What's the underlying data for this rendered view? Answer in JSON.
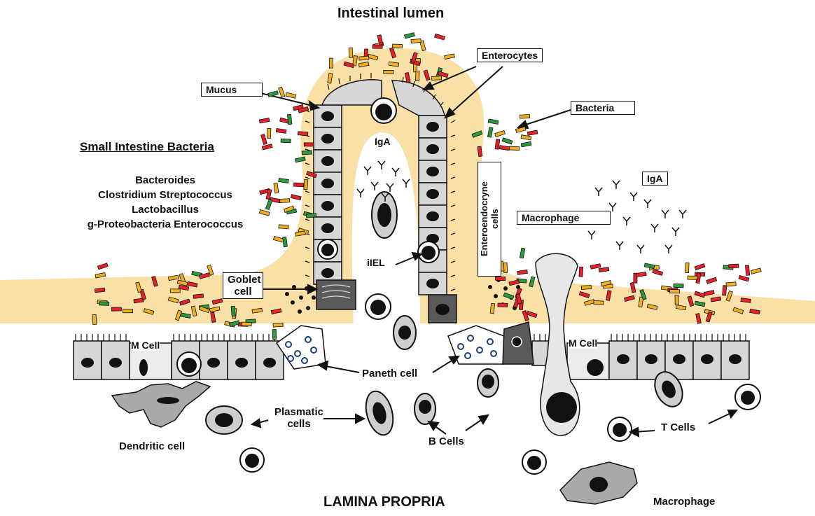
{
  "title": "Intestinal lumen",
  "bottom_title": "LAMINA PROPRIA",
  "bacteria_list": {
    "heading": "Small Intestine Bacteria",
    "items": [
      "Bacteroides",
      "Clostridium Streptococcus",
      "Lactobacillus",
      "g-Proteobacteria Enterococcus"
    ]
  },
  "labels": {
    "mucus": "Mucus",
    "enterocytes": "Enterocytes",
    "bacteria": "Bacteria",
    "iga_lumen": "IgA",
    "iga_boxed": "IgA",
    "macrophage_top": "Macrophage",
    "enteroendocryne_line1": "Enteroendocryne",
    "enteroendocryne_line2": "cells",
    "goblet_line1": "Goblet",
    "goblet_line2": "cell",
    "iiel": "iIEL",
    "m_cell_left": "M Cell",
    "m_cell_right": "M Cell",
    "paneth": "Paneth cell",
    "plasmatic_line1": "Plasmatic",
    "plasmatic_line2": "cells",
    "dendritic": "Dendritic cell",
    "b_cells": "B Cells",
    "t_cells": "T Cells",
    "macrophage_bottom": "Macrophage"
  },
  "colors": {
    "mucus": "#f9e0a6",
    "bacteria_red": "#e8202a",
    "bacteria_yellow": "#f2b01e",
    "bacteria_green": "#2e9a3e",
    "bacteria_dark": "#222222",
    "cell_fill": "#d6d6d6",
    "cell_dark": "#5a5a5a",
    "nucleus": "#111111",
    "paneth_granule": "#1f3e7a"
  }
}
